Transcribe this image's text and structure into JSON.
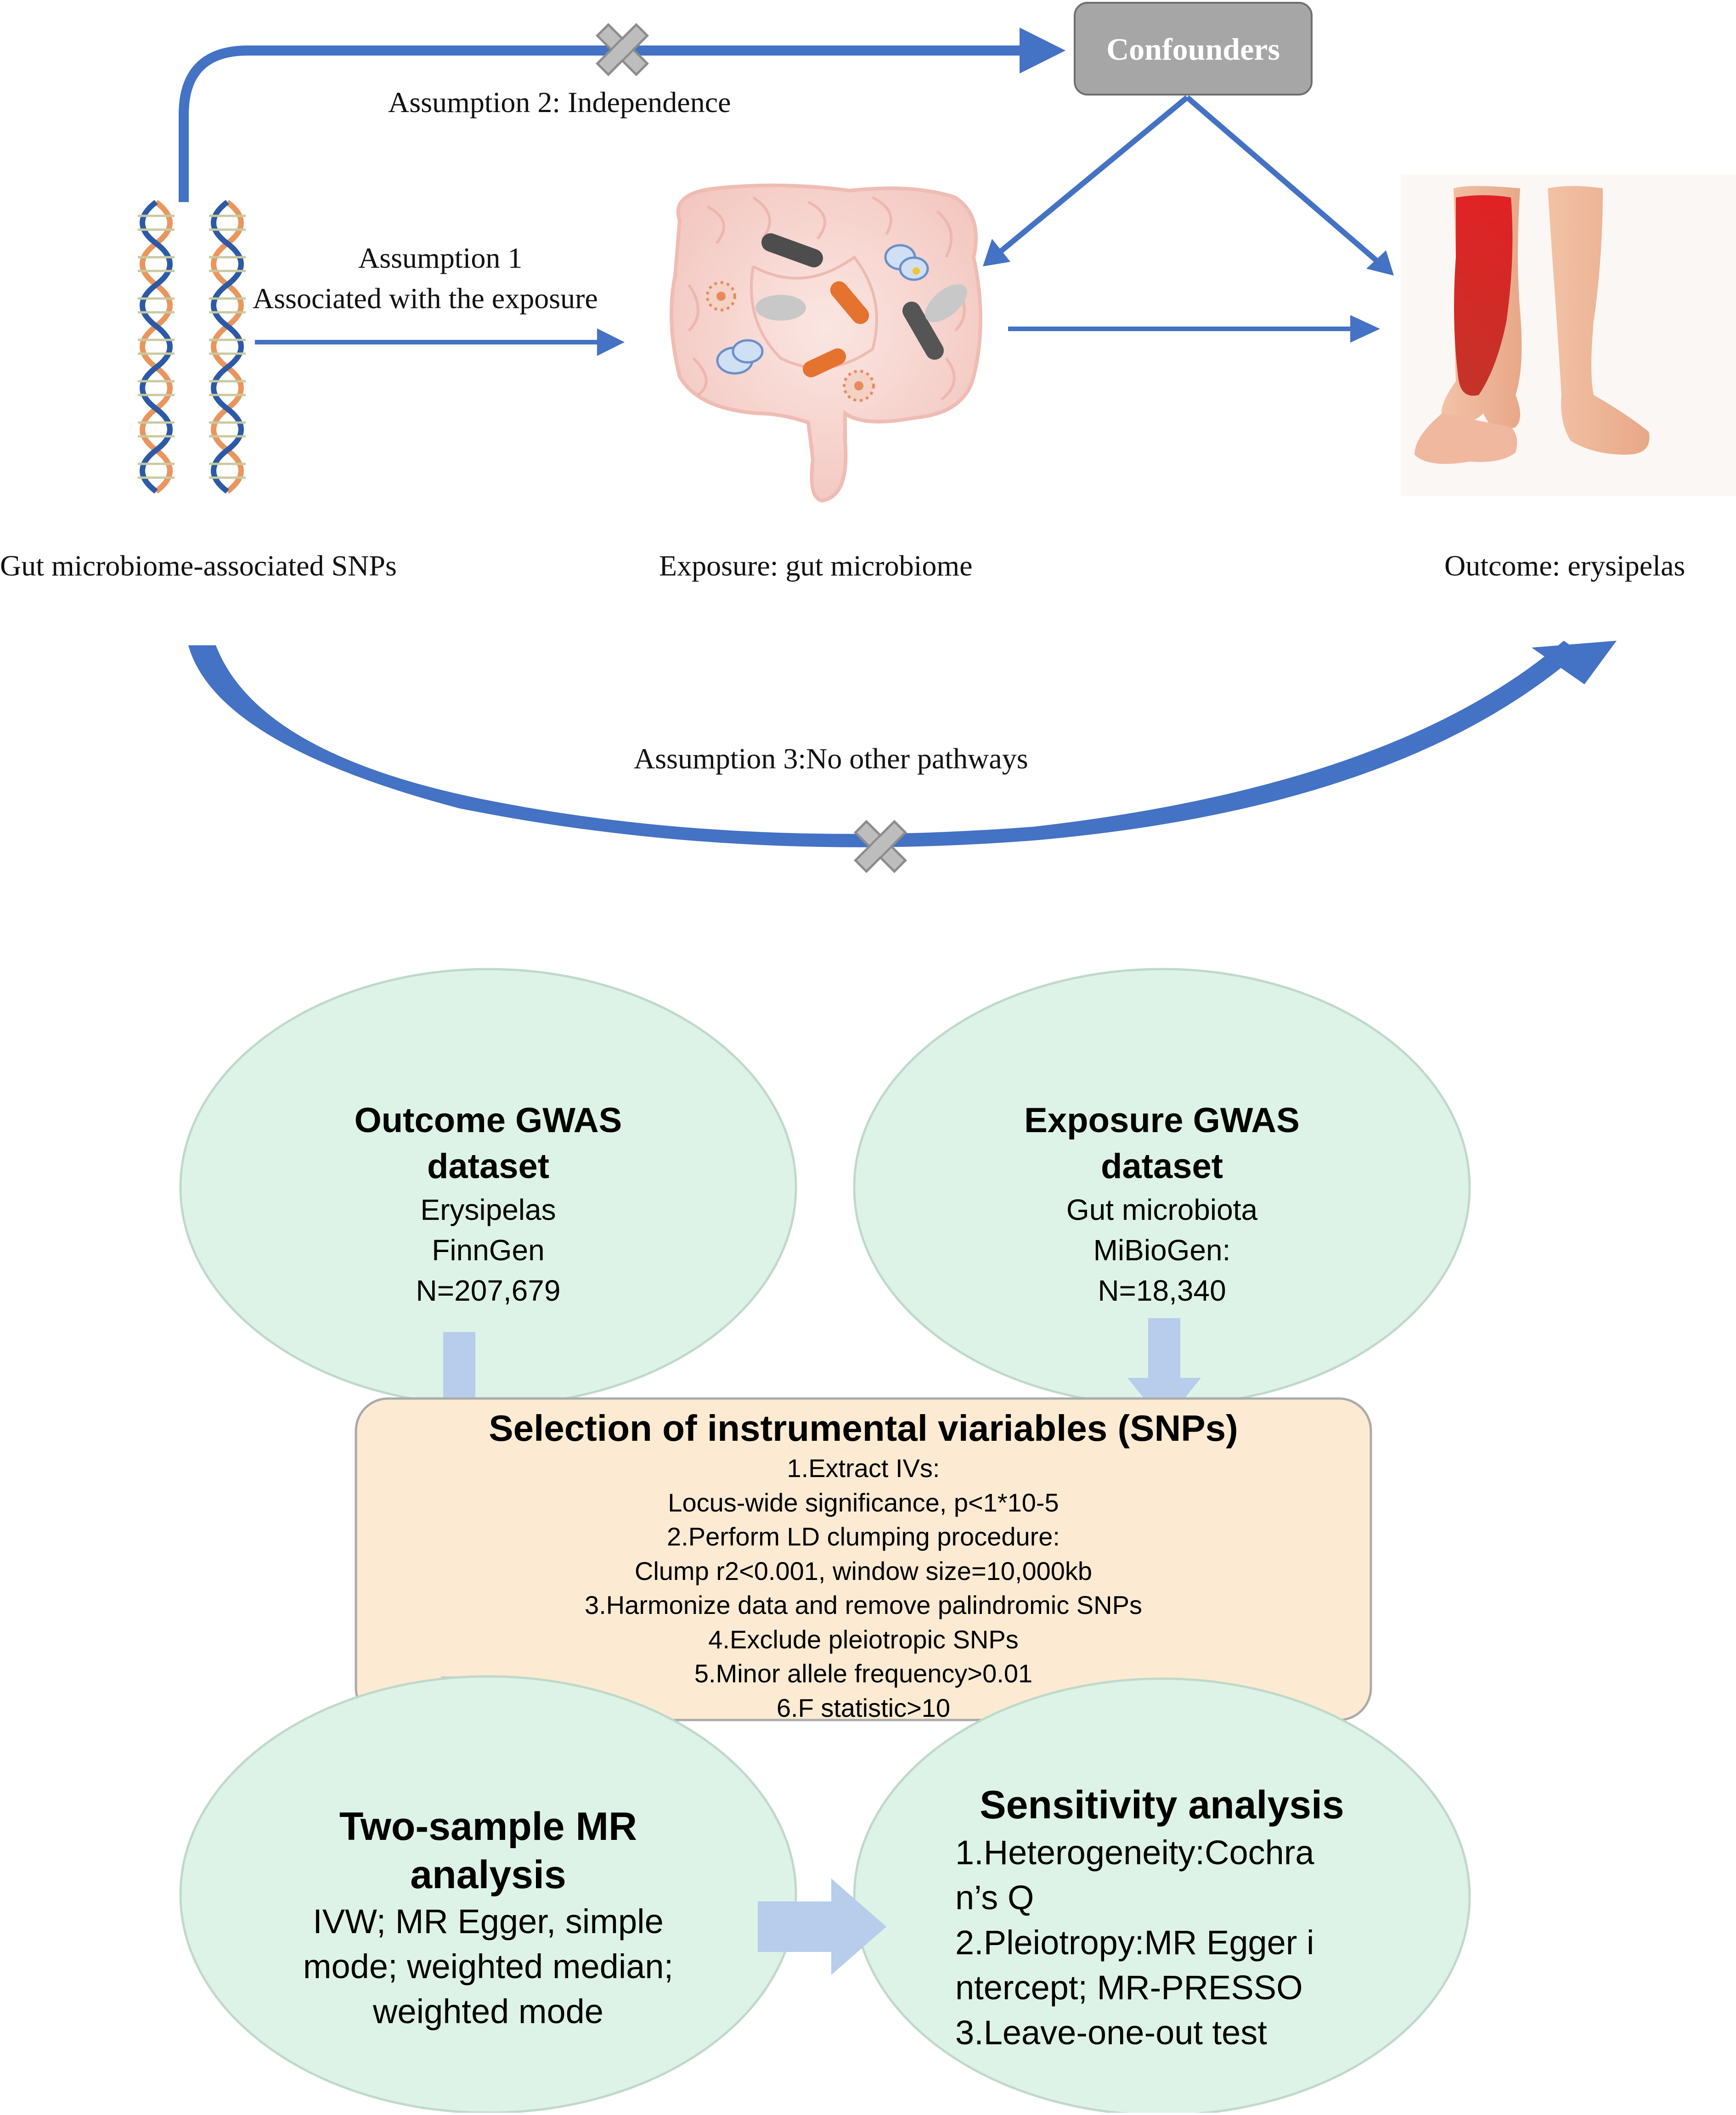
{
  "top": {
    "confounders_label": "Confounders",
    "assumption2": "Assumption 2: Independence",
    "assumption1_line1": "Assumption 1",
    "assumption1_line2": "Associated with the exposure",
    "assumption3": "Assumption 3:No other pathways",
    "snps_label": "Gut microbiome-associated SNPs",
    "exposure_label": "Exposure: gut microbiome",
    "outcome_label": "Outcome: erysipelas"
  },
  "flow": {
    "outcome_gwas": {
      "title_line1": "Outcome GWAS",
      "title_line2": "dataset",
      "lines": [
        "Erysipelas",
        "FinnGen",
        "N=207,679"
      ]
    },
    "exposure_gwas": {
      "title_line1": "Exposure GWAS",
      "title_line2": "dataset",
      "lines": [
        "Gut microbiota",
        "MiBioGen:",
        "N=18,340"
      ]
    },
    "selection": {
      "title": "Selection of instrumental viariables (SNPs)",
      "lines": [
        "1.Extract IVs:",
        "Locus-wide significance, p<1*10-5",
        "2.Perform LD clumping procedure:",
        "Clump r2<0.001, window size=10,000kb",
        "3.Harmonize data and remove palindromic SNPs",
        "4.Exclude pleiotropic SNPs",
        "5.Minor allele frequency>0.01",
        "6.F statistic>10"
      ]
    },
    "two_sample": {
      "title_line1": "Two-sample MR",
      "title_line2": "analysis",
      "lines": [
        "IVW; MR Egger, simple",
        "mode; weighted median;",
        "weighted mode"
      ]
    },
    "sensitivity": {
      "title": "Sensitivity analysis",
      "lines": [
        "1.Heterogeneity:Cochra",
        "n’s Q",
        "2.Pleiotropy:MR Egger i",
        "ntercept; MR-PRESSO",
        "3.Leave-one-out test"
      ]
    }
  },
  "colors": {
    "arrow_blue": "#4472C4",
    "confounder_box": "#A6A6A6",
    "ellipse_fill": "#DDF3E7",
    "selection_fill": "#FCEBD2",
    "flow_arrow": "#B7CDEB",
    "cross_grey": "#BDBDBD"
  }
}
